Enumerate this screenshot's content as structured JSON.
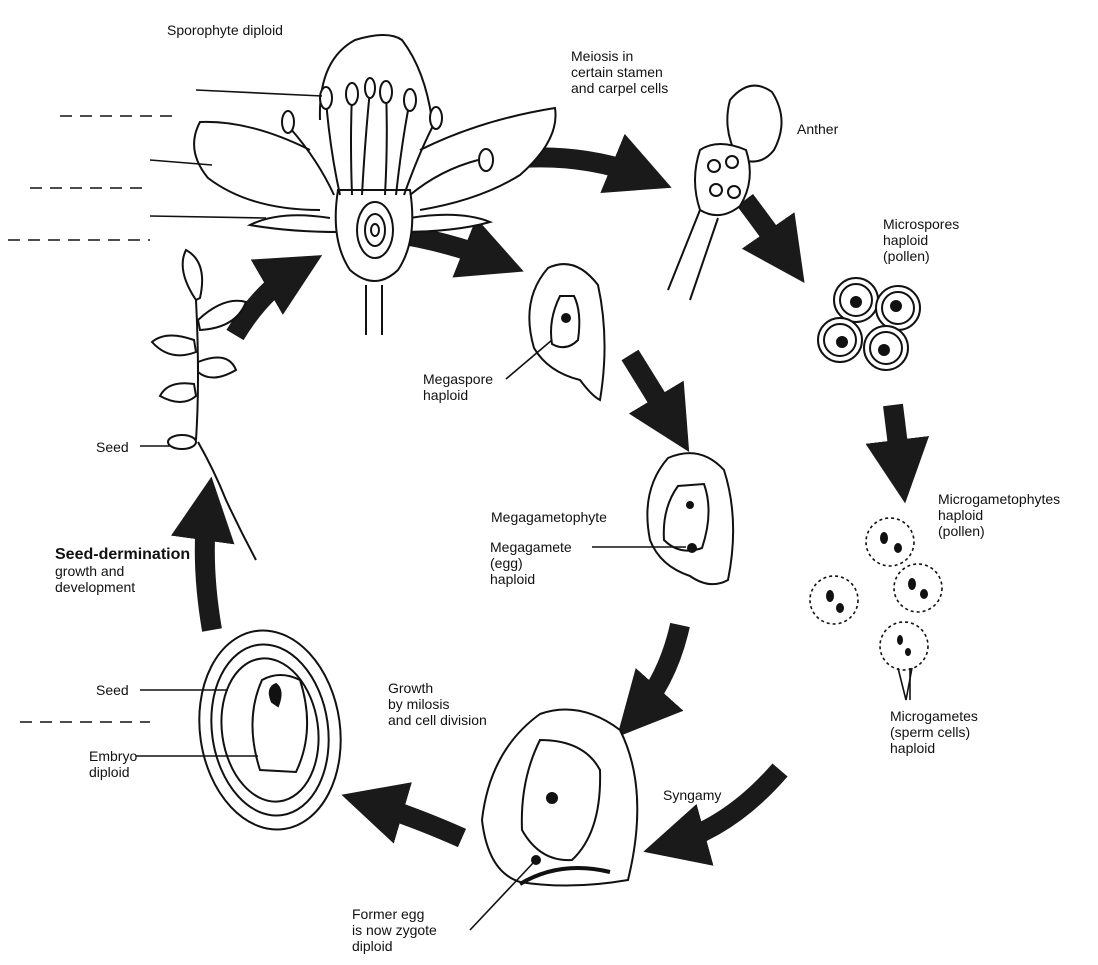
{
  "labels": {
    "sporophyte": "Sporophyte diploid",
    "meiosis": [
      "Meiosis in",
      "certain stamen",
      "and carpel cells"
    ],
    "anther": "Anther",
    "microspores": [
      "Microspores",
      "haploid",
      "(pollen)"
    ],
    "megaspore": [
      "Megaspore",
      "haploid"
    ],
    "seed_top": "Seed",
    "megagametophyte": "Megagametophyte",
    "megagamete": [
      "Megagamete",
      "(egg)",
      "haploid"
    ],
    "microgametophytes": [
      "Microgametophytes",
      "haploid",
      "(pollen)"
    ],
    "seed_germination": [
      "Seed-dermination",
      "growth and",
      "development"
    ],
    "seed_coat": "Seed",
    "embryo": [
      "Embryo",
      "diploid"
    ],
    "growth": [
      "Growth",
      "by milosis",
      "and cell division"
    ],
    "microgametes": [
      "Microgametes",
      "(sperm cells)",
      "haploid"
    ],
    "syngamy": "Syngamy",
    "zygote": [
      "Former egg",
      "is now zygote",
      "diploid"
    ]
  },
  "colors": {
    "ink": "#111111",
    "arrow": "#1a1a1a",
    "background": "#ffffff"
  }
}
